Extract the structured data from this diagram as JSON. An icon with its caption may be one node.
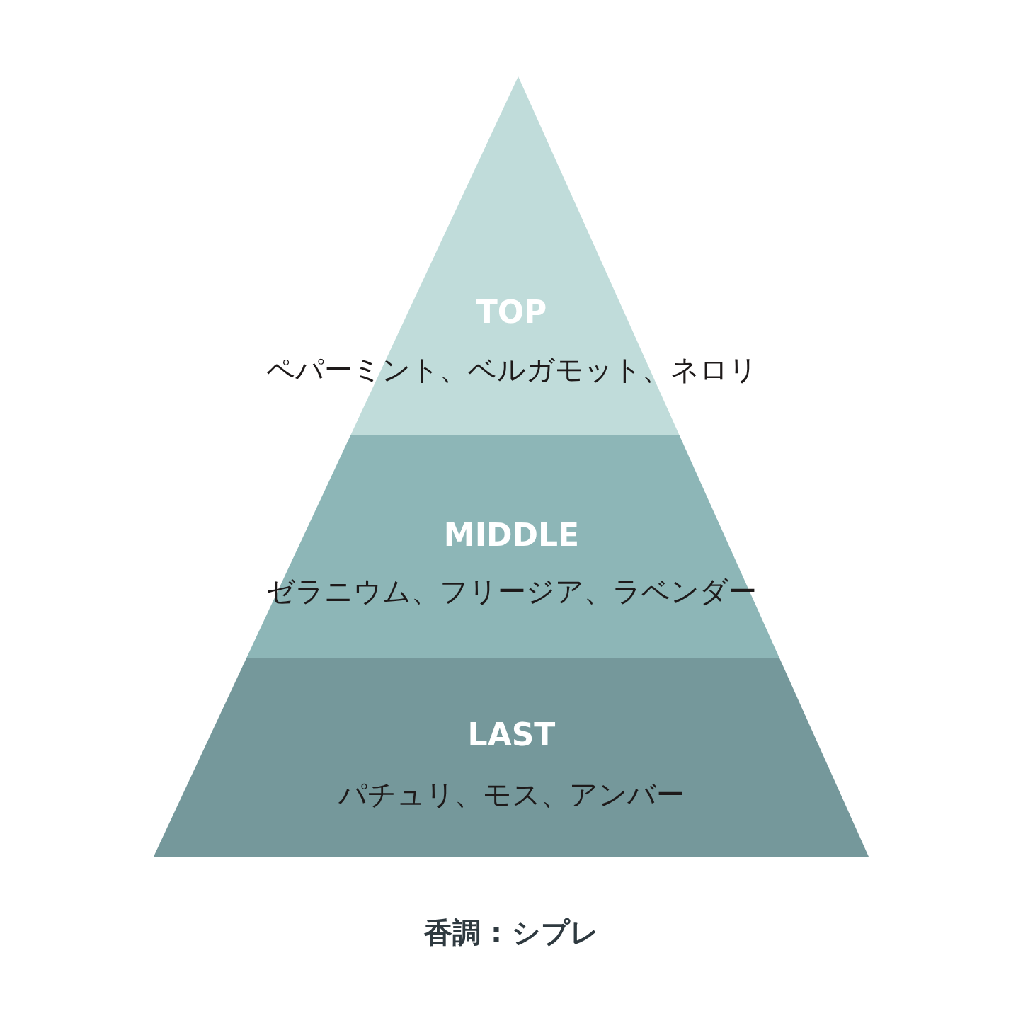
{
  "diagram": {
    "caption": "香調 : シプレ",
    "nodes": [
      {
        "text": [
          "TOP",
          "ペパーミント、ベルガモット、ネロリ"
        ]
      },
      {
        "text": [
          "MIDDLE",
          "ゼラニウム、フリージア、ラベンダー"
        ]
      },
      {
        "text": [
          "LAST",
          "パチュリ、モス、アンバー"
        ]
      }
    ],
    "edges": []
  }
}
